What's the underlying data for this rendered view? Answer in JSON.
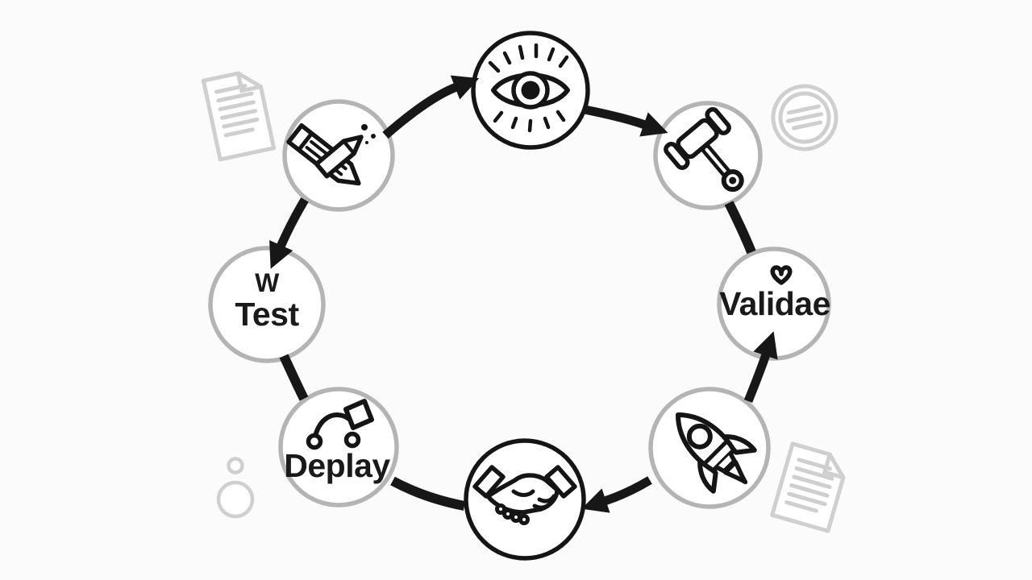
{
  "background": "#fbfbfb",
  "colors": {
    "ink": "#151515",
    "arrow": "#171717",
    "ring_gray": "#b4b4b4",
    "decor": "#cfcfcf",
    "text": "#1a1a1a",
    "node_fill": "#ffffff",
    "bg": "#fbfbfb"
  },
  "nodes": [
    {
      "id": "draft",
      "icon": "pencil-icon",
      "label": ""
    },
    {
      "id": "review",
      "icon": "eye-icon",
      "label": ""
    },
    {
      "id": "decision",
      "icon": "gavel-icon",
      "label": ""
    },
    {
      "id": "validate",
      "icon": "heart-icon",
      "label": "Validae"
    },
    {
      "id": "launch",
      "icon": "rocket-icon",
      "label": ""
    },
    {
      "id": "partnership",
      "icon": "handshake-icon",
      "label": ""
    },
    {
      "id": "deploy",
      "icon": "gauge-curve-icon",
      "label": "Deplay"
    },
    {
      "id": "test",
      "icon": null,
      "label_top": "W",
      "label": "Test"
    }
  ],
  "flow": [
    {
      "from": "draft",
      "to": "review",
      "arrowhead": true
    },
    {
      "from": "review",
      "to": "decision",
      "arrowhead": true
    },
    {
      "from": "decision",
      "to": "validate",
      "arrowhead": false
    },
    {
      "from": "launch",
      "to": "validate",
      "arrowhead": true
    },
    {
      "from": "launch",
      "to": "partnership",
      "arrowhead": true
    },
    {
      "from": "deploy",
      "to": "partnership",
      "arrowhead": false
    },
    {
      "from": "test",
      "to": "deploy",
      "arrowhead": false
    },
    {
      "from": "draft",
      "to": "test",
      "arrowhead": true
    }
  ],
  "decorations": [
    "document-icon-top-left",
    "stamp-circle-icon-top-right",
    "bubble-circles-bottom-left",
    "document-icon-bottom-right"
  ]
}
